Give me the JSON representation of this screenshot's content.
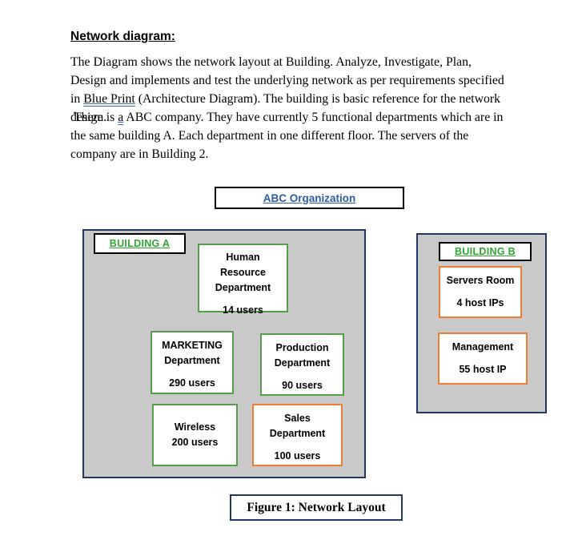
{
  "doc": {
    "heading": "Network diagram:",
    "para1_before": "The Diagram shows the network layout at Building. Analyze, Investigate, Plan, Design and implements and test the underlying network as per requirements specified in ",
    "para1_marked": "Blue Print",
    "para1_after": " (Architecture Diagram). The building is basic reference for the network design.",
    "para2_before": " There is ",
    "para2_marked": "a",
    "para2_after": " ABC company. They have currently 5 functional departments which are in the same building A. Each department in one different floor. The servers of the company are in Building 2."
  },
  "diagram": {
    "org_label": "ABC Organization",
    "caption": "Figure 1: Network Layout",
    "building_a": {
      "label": "BUILDING A",
      "hr": {
        "line1": "Human",
        "line2": "Resource",
        "line3": "Department",
        "users": "14 users"
      },
      "marketing": {
        "line1": "MARKETING",
        "line2": "Department",
        "users": "290 users"
      },
      "production": {
        "line1": "Production",
        "line2": "Department",
        "users": "90 users"
      },
      "wireless": {
        "line1": "Wireless",
        "line2": "200 users"
      },
      "sales": {
        "line1": "Sales",
        "line2": "Department",
        "users": "100 users"
      }
    },
    "building_b": {
      "label": "BUILDING B",
      "servers": {
        "line1": "Servers Room",
        "users": "4 host IPs"
      },
      "management": {
        "line1": "Management",
        "users": "55 host IP"
      }
    }
  },
  "colors": {
    "building_fill": "#C9C9C9",
    "building_border": "#1F3864",
    "green_text": "#31A532",
    "green_border": "#54A049",
    "orange_border": "#ED7D31",
    "blue_text": "#2E5CA6",
    "grammar_underline": "#3B66C4"
  }
}
